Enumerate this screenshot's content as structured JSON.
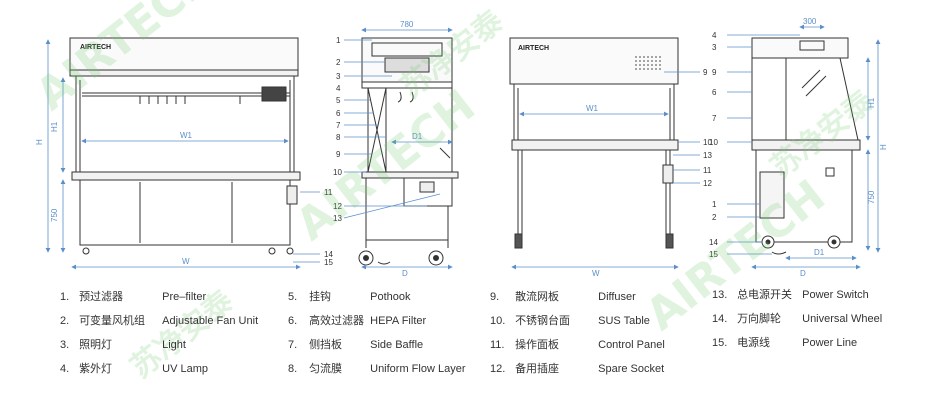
{
  "brand": "AIRTECH",
  "watermark": {
    "latin": "AIRTECH",
    "cn": "苏净安泰",
    "color": "#7cc87c"
  },
  "dimensions": {
    "H": "H",
    "H1": "H1",
    "W": "W",
    "W1": "W1",
    "D": "D",
    "D1": "D1",
    "d750": "750",
    "d780": "780",
    "d300": "300"
  },
  "callouts_front": [
    "11",
    "14",
    "15"
  ],
  "callouts_side": [
    "1",
    "2",
    "3",
    "4",
    "5",
    "6",
    "7",
    "8",
    "9",
    "10",
    "12",
    "13"
  ],
  "callouts_right_front": [
    "9",
    "10",
    "13",
    "11",
    "12"
  ],
  "callouts_right_side": [
    "4",
    "3",
    "9",
    "6",
    "7",
    "10",
    "1",
    "2",
    "14",
    "15"
  ],
  "legend": [
    {
      "num": "1.",
      "cn": "预过滤器",
      "en": "Pre–filter"
    },
    {
      "num": "2.",
      "cn": "可变量风机组",
      "en": "Adjustable Fan Unit"
    },
    {
      "num": "3.",
      "cn": "照明灯",
      "en": "Light"
    },
    {
      "num": "4.",
      "cn": "紫外灯",
      "en": "UV Lamp"
    },
    {
      "num": "5.",
      "cn": "挂钩",
      "en": "Pothook"
    },
    {
      "num": "6.",
      "cn": "高效过滤器",
      "en": "HEPA Filter"
    },
    {
      "num": "7.",
      "cn": "侧挡板",
      "en": "Side Baffle"
    },
    {
      "num": "8.",
      "cn": "匀流膜",
      "en": "Uniform Flow Layer"
    },
    {
      "num": "9.",
      "cn": "散流网板",
      "en": "Diffuser"
    },
    {
      "num": "10.",
      "cn": "不锈钢台面",
      "en": "SUS  Table"
    },
    {
      "num": "11.",
      "cn": "操作面板",
      "en": "Control Panel"
    },
    {
      "num": "12.",
      "cn": "备用插座",
      "en": "Spare Socket"
    },
    {
      "num": "13.",
      "cn": "总电源开关",
      "en": "Power Switch"
    },
    {
      "num": "14.",
      "cn": "万向脚轮",
      "en": "Universal Wheel"
    },
    {
      "num": "15.",
      "cn": "电源线",
      "en": "Power Line"
    }
  ]
}
